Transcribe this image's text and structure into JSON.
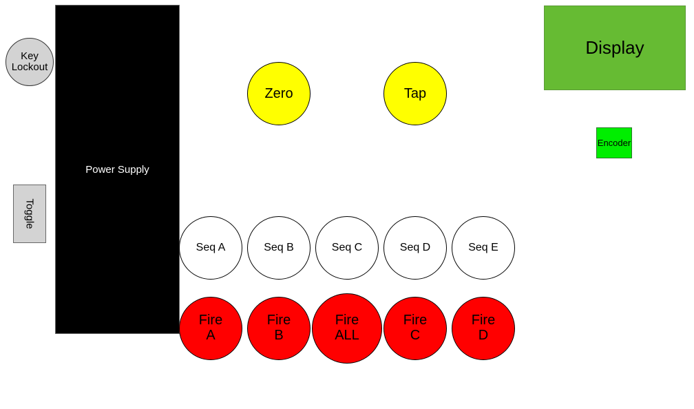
{
  "side_controls": {
    "key_lockout": "Key\nLockout",
    "toggle": "Toggle",
    "power_supply": "Power Supply"
  },
  "top_buttons": {
    "zero": "Zero",
    "tap": "Tap"
  },
  "display_area": {
    "display": "Display",
    "encoder": "Encoder"
  },
  "sequence_buttons": [
    "Seq A",
    "Seq B",
    "Seq C",
    "Seq D",
    "Seq E"
  ],
  "fire_buttons": [
    "Fire\nA",
    "Fire\nB",
    "Fire\nALL",
    "Fire\nC",
    "Fire\nD"
  ],
  "colors": {
    "gray": "#d3d3d3",
    "black": "#000000",
    "yellow": "#ffff00",
    "display_green": "#66bb33",
    "encoder_green": "#00ee00",
    "red": "#ff0000",
    "white": "#ffffff"
  }
}
